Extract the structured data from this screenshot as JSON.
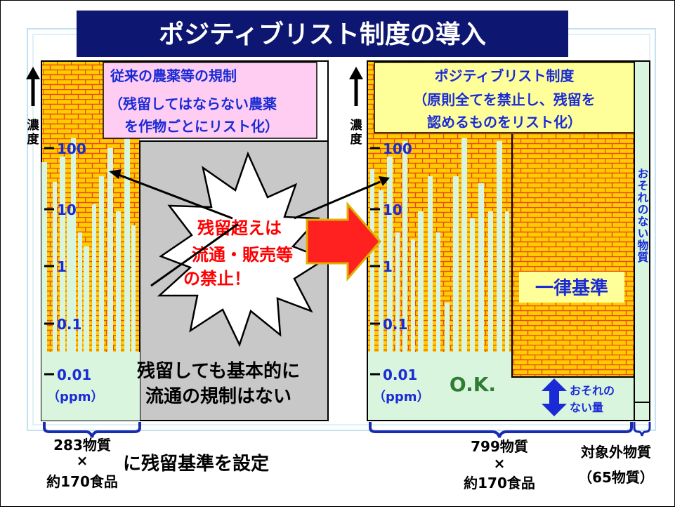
{
  "title": "ポジティブリスト制度の導入",
  "left_panel": {
    "box_title": "従来の農薬等の規制",
    "box_sub1": "（残留してはならない農薬",
    "box_sub2": "を作物ごとにリスト化）",
    "axis_label_1": "濃",
    "axis_label_2": "度",
    "ticks": [
      "100",
      "10",
      "1",
      "0.1",
      "0.01"
    ],
    "unit": "（ppm）",
    "no_regulation_1": "残留しても基本的に",
    "no_regulation_2": "流通の規制はない",
    "count_line1": "283物質",
    "count_line2": "×",
    "count_line3": "約170食品"
  },
  "burst": {
    "line1": "残留超えは",
    "line2": "流通・販売等",
    "line3": "の禁止！"
  },
  "middle_caption": "に残留基準を設定",
  "right_panel": {
    "box_title": "ポジティブリスト制度",
    "box_sub1": "（原則全てを禁止し、残留を",
    "box_sub2": "認めるものをリスト化）",
    "axis_label_1": "濃",
    "axis_label_2": "度",
    "ticks": [
      "100",
      "10",
      "1",
      "0.1",
      "0.01"
    ],
    "unit": "（ppm）",
    "ok_label": "O.K.",
    "uniform_label": "一律基準",
    "safe_amount_1": "おそれの",
    "safe_amount_2": "ない量",
    "exempt_vertical": "おそれのない物質",
    "count_line1": "799物質",
    "count_line2": "×",
    "count_line3": "約170食品",
    "exempt_line1": "対象外物質",
    "exempt_line2": "（65物質）"
  },
  "colors": {
    "title_bg": "#0d1670",
    "brick": "#ffcc00",
    "mortar": "#e84a1a",
    "mint": "#d9f5dd",
    "left_box_bg": "#ffcdf2",
    "right_box_bg": "#ffff99",
    "gray_panel": "#c8c8c8",
    "red_text": "#ff0000",
    "ok_green": "#2e7d32",
    "blue": "#1a2bd6",
    "brace": "#1a2bb0"
  }
}
